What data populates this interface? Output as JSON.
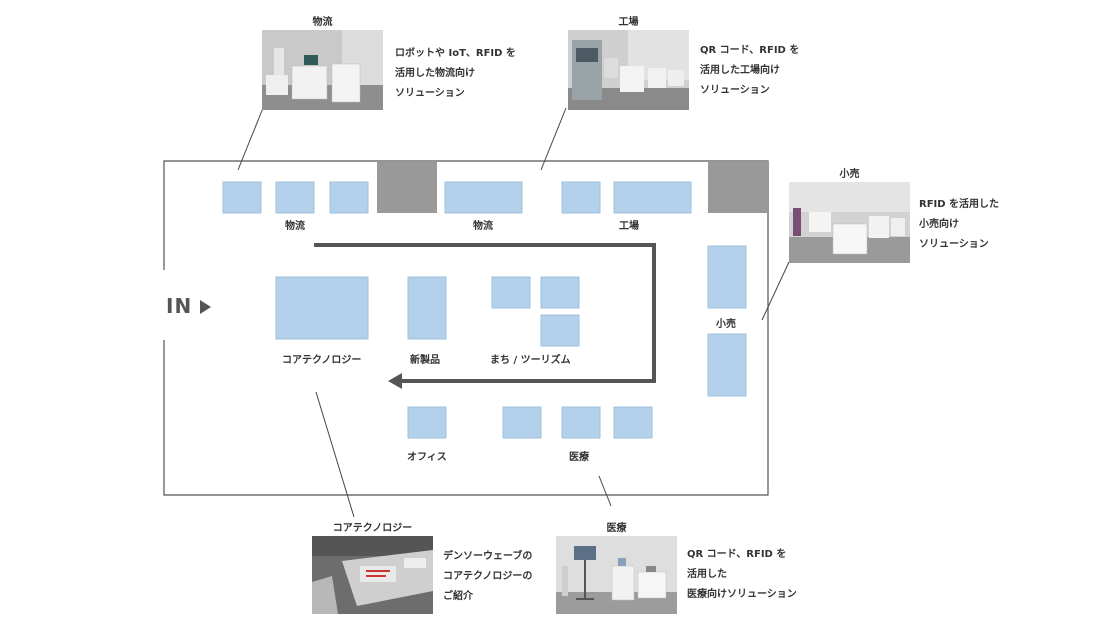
{
  "entrance": {
    "label": "IN"
  },
  "zone_labels": {
    "logistics_left": "物流",
    "logistics_center": "物流",
    "factory": "工場",
    "retail": "小売",
    "core_tech": "コアテクノロジー",
    "new_products": "新製品",
    "town_tourism": "まち / ツーリズム",
    "office": "オフィス",
    "medical": "医療"
  },
  "callouts": {
    "logistics": {
      "title": "物流",
      "lines": [
        "ロボットや IoT、RFID を",
        "活用した物流向け",
        "ソリューション"
      ]
    },
    "factory": {
      "title": "工場",
      "lines": [
        "QR コード、RFID を",
        "活用した工場向け",
        "ソリューション"
      ]
    },
    "retail": {
      "title": "小売",
      "lines": [
        "RFID を活用した",
        "小売向け",
        "ソリューション"
      ]
    },
    "core_tech": {
      "title": "コアテクノロジー",
      "lines": [
        "デンソーウェーブの",
        "コアテクノロジーの",
        "ご紹介"
      ]
    },
    "medical": {
      "title": "医療",
      "lines": [
        "QR コード、RFID を",
        "活用した",
        "医療向けソリューション"
      ]
    }
  },
  "colors": {
    "booth": "#b3d1ea",
    "booth_border": "#9fc0dc",
    "pillar": "#999999",
    "flow_arrow": "#555555",
    "floor_border": "#555555"
  }
}
